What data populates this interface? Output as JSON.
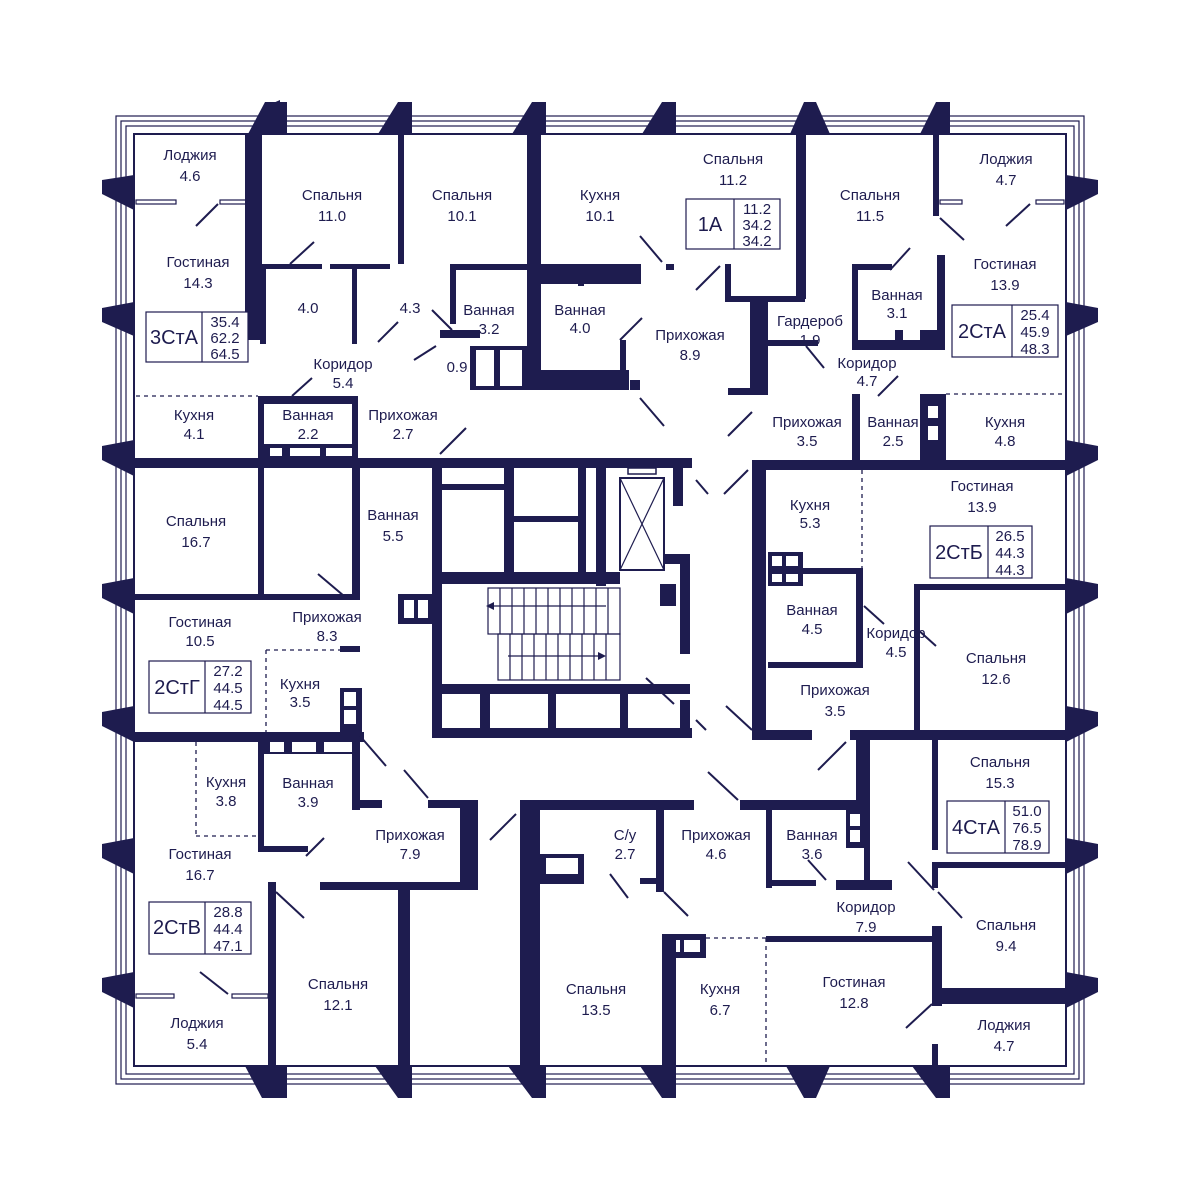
{
  "colors": {
    "ink": "#1e1c4f",
    "background": "#ffffff"
  },
  "rooms": [
    {
      "id": "r1",
      "name": "Лоджия",
      "area": "4.6"
    },
    {
      "id": "r2",
      "name": "Спальня",
      "area": "11.0"
    },
    {
      "id": "r3",
      "name": "Спальня",
      "area": "10.1"
    },
    {
      "id": "r4",
      "name": "Кухня",
      "area": "10.1"
    },
    {
      "id": "r5",
      "name": "Спальня",
      "area": "11.2"
    },
    {
      "id": "r6",
      "name": "Спальня",
      "area": "11.5"
    },
    {
      "id": "r7",
      "name": "Лоджия",
      "area": "4.7"
    },
    {
      "id": "r8",
      "name": "Гостиная",
      "area": "14.3"
    },
    {
      "id": "r9",
      "name": "",
      "area": "4.0"
    },
    {
      "id": "r10",
      "name": "",
      "area": "4.3"
    },
    {
      "id": "r11",
      "name": "Ванная",
      "area": "3.2"
    },
    {
      "id": "r12",
      "name": "Ванная",
      "area": "4.0"
    },
    {
      "id": "r13",
      "name": "Прихожая",
      "area": "8.9"
    },
    {
      "id": "r14",
      "name": "Гостиная",
      "area": "13.9"
    },
    {
      "id": "r15",
      "name": "Ванная",
      "area": "3.1"
    },
    {
      "id": "r16",
      "name": "Гардероб",
      "area": "1.9"
    },
    {
      "id": "r17",
      "name": "Коридор",
      "area": "5.4"
    },
    {
      "id": "r18",
      "name": "",
      "area": "0.9"
    },
    {
      "id": "r19",
      "name": "Коридор",
      "area": "4.7"
    },
    {
      "id": "r20",
      "name": "Кухня",
      "area": "4.1"
    },
    {
      "id": "r21",
      "name": "Ванная",
      "area": "2.2"
    },
    {
      "id": "r22",
      "name": "Прихожая",
      "area": "2.7"
    },
    {
      "id": "r23",
      "name": "Прихожая",
      "area": "3.5"
    },
    {
      "id": "r24",
      "name": "Ванная",
      "area": "2.5"
    },
    {
      "id": "r25",
      "name": "Кухня",
      "area": "4.8"
    },
    {
      "id": "r26",
      "name": "Спальня",
      "area": "16.7"
    },
    {
      "id": "r27",
      "name": "Ванная",
      "area": "5.5"
    },
    {
      "id": "r28",
      "name": "Кухня",
      "area": "5.3"
    },
    {
      "id": "r29",
      "name": "Гостиная",
      "area": "13.9"
    },
    {
      "id": "r30",
      "name": "Гостиная",
      "area": "10.5"
    },
    {
      "id": "r31",
      "name": "Прихожая",
      "area": "8.3"
    },
    {
      "id": "r32",
      "name": "Кухня",
      "area": "3.5"
    },
    {
      "id": "r33",
      "name": "Ванная",
      "area": "4.5"
    },
    {
      "id": "r34",
      "name": "Коридор",
      "area": "4.5"
    },
    {
      "id": "r35",
      "name": "Спальня",
      "area": "12.6"
    },
    {
      "id": "r36",
      "name": "Прихожая",
      "area": "3.5"
    },
    {
      "id": "r37",
      "name": "Спальня",
      "area": "15.3"
    },
    {
      "id": "r38",
      "name": "Кухня",
      "area": "3.8"
    },
    {
      "id": "r39",
      "name": "Ванная",
      "area": "3.9"
    },
    {
      "id": "r40",
      "name": "Прихожая",
      "area": "7.9"
    },
    {
      "id": "r41",
      "name": "С/у",
      "area": "2.7"
    },
    {
      "id": "r42",
      "name": "Прихожая",
      "area": "4.6"
    },
    {
      "id": "r43",
      "name": "Ванная",
      "area": "3.6"
    },
    {
      "id": "r44",
      "name": "Гостиная",
      "area": "16.7"
    },
    {
      "id": "r45",
      "name": "Коридор",
      "area": "7.9"
    },
    {
      "id": "r46",
      "name": "Спальня",
      "area": "9.4"
    },
    {
      "id": "r47",
      "name": "Спальня",
      "area": "12.1"
    },
    {
      "id": "r48",
      "name": "Спальня",
      "area": "13.5"
    },
    {
      "id": "r49",
      "name": "Кухня",
      "area": "6.7"
    },
    {
      "id": "r50",
      "name": "Гостиная",
      "area": "12.8"
    },
    {
      "id": "r51",
      "name": "Лоджия",
      "area": "5.4"
    },
    {
      "id": "r52",
      "name": "Лоджия",
      "area": "4.7"
    }
  ],
  "apartments": [
    {
      "id": "a1",
      "code": "1А",
      "areas": [
        "11.2",
        "34.2",
        "34.2"
      ]
    },
    {
      "id": "a2",
      "code": "3СтА",
      "areas": [
        "35.4",
        "62.2",
        "64.5"
      ]
    },
    {
      "id": "a3",
      "code": "2СтА",
      "areas": [
        "25.4",
        "45.9",
        "48.3"
      ]
    },
    {
      "id": "a4",
      "code": "2СтБ",
      "areas": [
        "26.5",
        "44.3",
        "44.3"
      ]
    },
    {
      "id": "a5",
      "code": "2СтГ",
      "areas": [
        "27.2",
        "44.5",
        "44.5"
      ]
    },
    {
      "id": "a6",
      "code": "4СтА",
      "areas": [
        "51.0",
        "76.5",
        "78.9"
      ]
    },
    {
      "id": "a7",
      "code": "2СтВ",
      "areas": [
        "28.8",
        "44.4",
        "47.1"
      ]
    }
  ]
}
